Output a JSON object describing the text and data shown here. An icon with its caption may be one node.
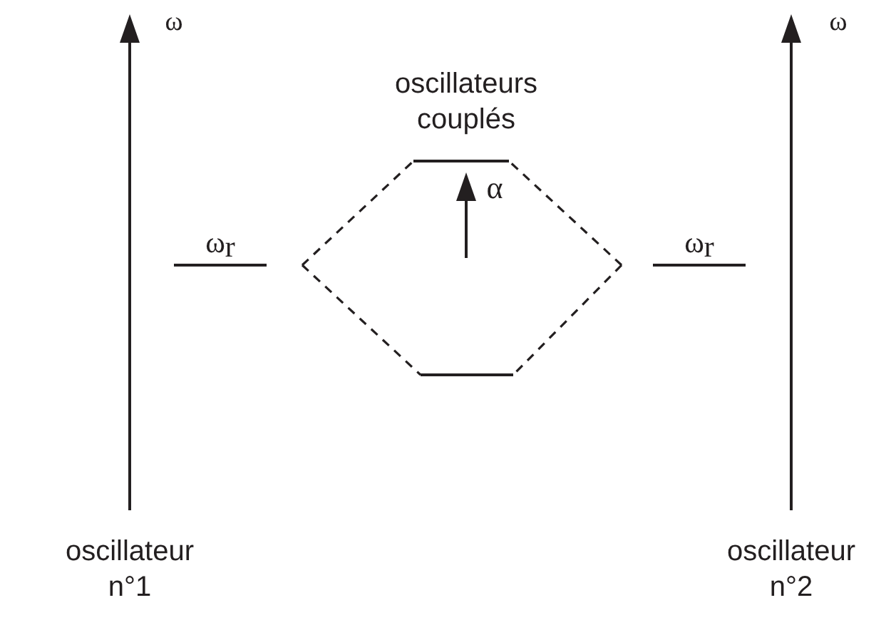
{
  "diagram": {
    "nodes": [
      {
        "text": [
          "ω$_{r}$"
        ]
      },
      {
        "text": [],
        "shape": "bar"
      },
      {
        "text": [],
        "shape": "bar"
      },
      {
        "text": [
          "ω$_{r}$"
        ]
      }
    ],
    "edges": [
      {
        "from": 0,
        "to": 1,
        "arrow": "none",
        "style": "dashed"
      },
      {
        "from": 0,
        "to": 2,
        "arrow": "none",
        "style": "dashed"
      },
      {
        "from": 3,
        "to": 1,
        "arrow": "none",
        "style": "dashed"
      },
      {
        "from": 3,
        "to": 2,
        "arrow": "none",
        "style": "dashed"
      }
    ],
    "labels": [
      "ω",
      "ω",
      "oscillateurs couplés",
      "α",
      "oscillateur n°1",
      "oscillateur n°2"
    ]
  }
}
